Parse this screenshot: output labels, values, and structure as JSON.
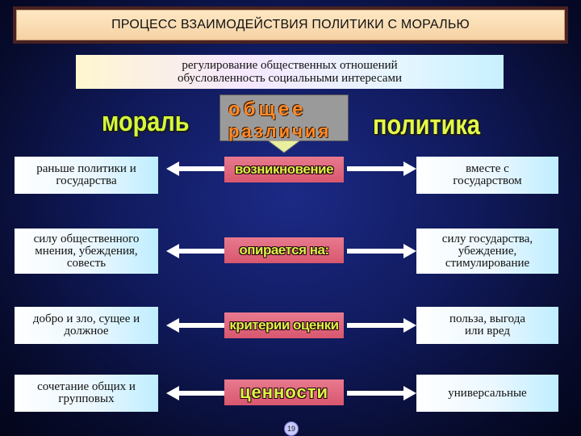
{
  "title": "ПРОЦЕСС ВЗАИМОДЕЙСТВИЯ ПОЛИТИКИ С МОРАЛЬЮ",
  "common": {
    "line1": "регулирование общественных отношений",
    "line2": "обусловленность социальными интересами"
  },
  "headings": {
    "moral": "мораль",
    "obshchee": "общее",
    "razlichiya": "различия",
    "politika": "политика"
  },
  "rows": [
    {
      "left": [
        "раньше политики и",
        "государства"
      ],
      "center": "возникновение",
      "right": [
        "вместе с",
        "государством"
      ]
    },
    {
      "left": [
        "силу общественного",
        "мнения, убеждения,",
        "совесть"
      ],
      "center": "опирается на:",
      "right": [
        "силу государства,",
        "убеждение,",
        "стимулирование"
      ]
    },
    {
      "left": [
        "добро и зло, сущее и",
        "должное"
      ],
      "center": "критерии оценки",
      "right": [
        "польза, выгода",
        "или вред"
      ]
    },
    {
      "left": [
        "сочетание общих и",
        "групповых"
      ],
      "center": "ценности",
      "right": [
        "универсальные"
      ]
    }
  ],
  "page_number": "19"
}
